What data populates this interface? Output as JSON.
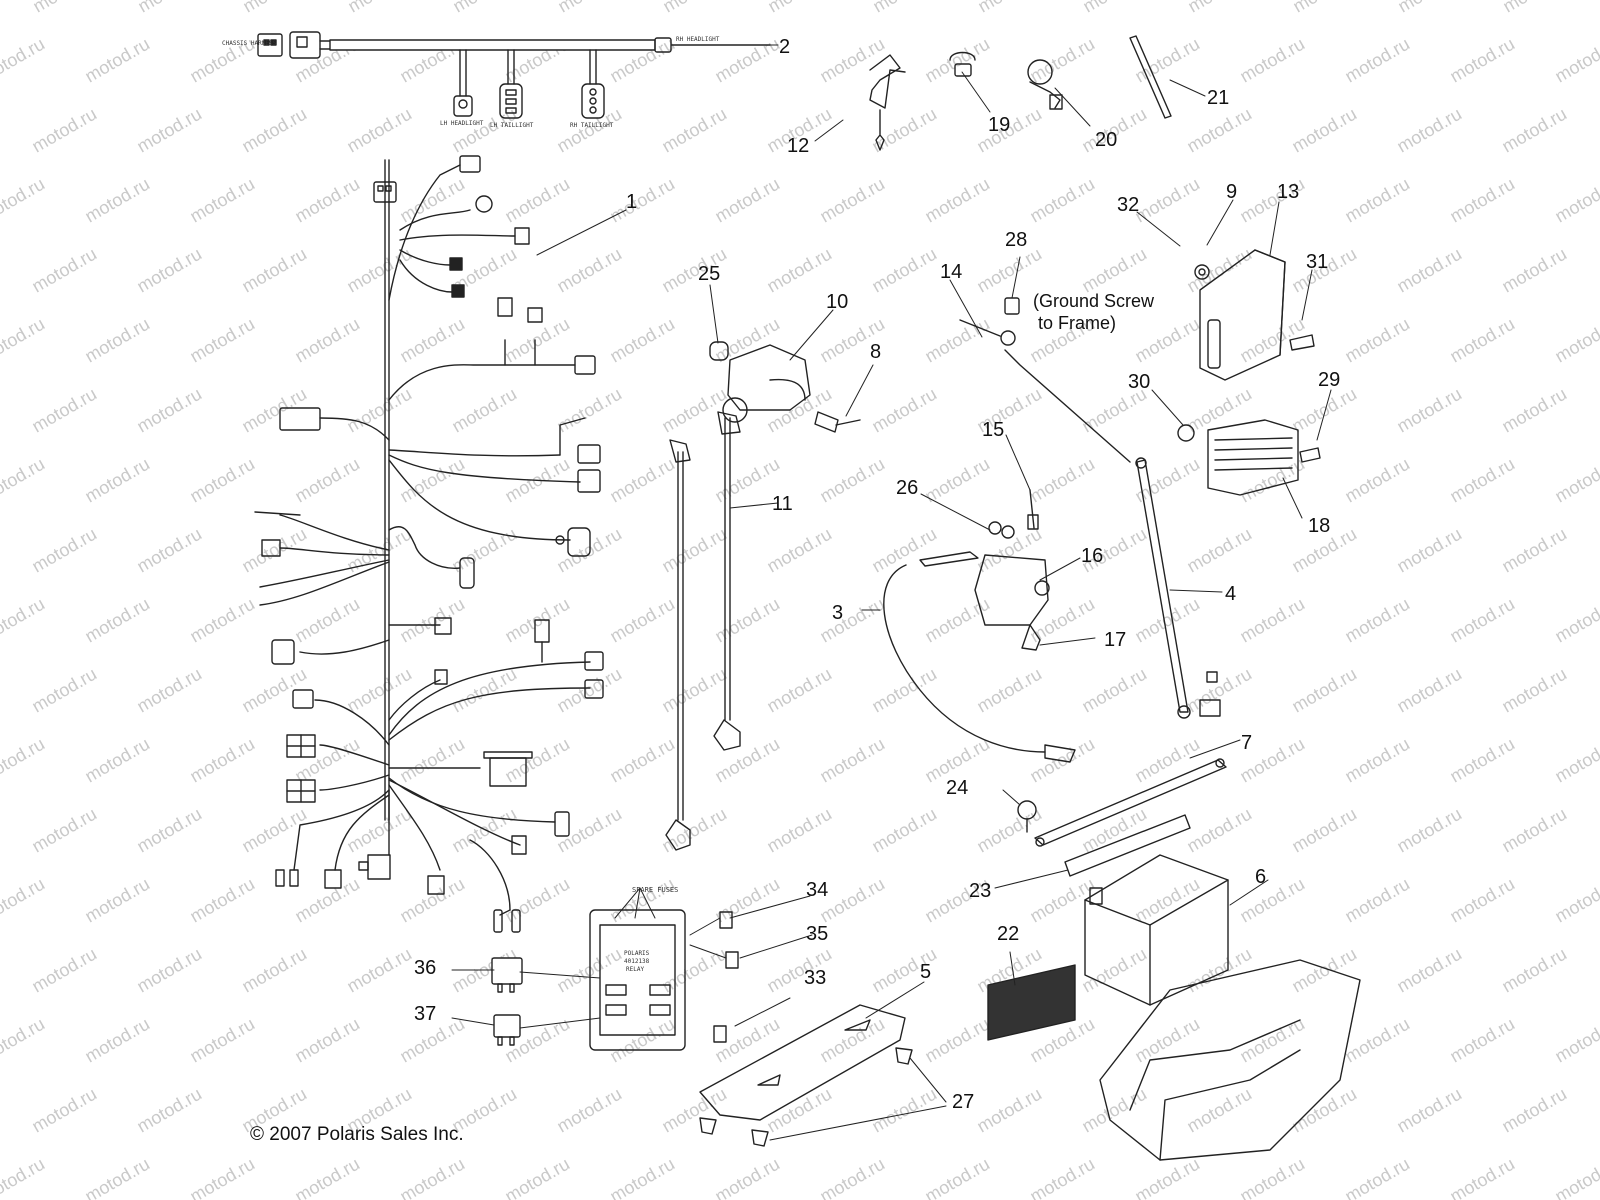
{
  "watermark": "motod.ru",
  "copyright": "© 2007 Polaris Sales Inc.",
  "ground_note": "(Ground Screw\n to Frame)",
  "fuse_box": {
    "header": "SPARE FUSES",
    "body_line1": "POLARIS",
    "body_line2": "4012138",
    "body_line3": "RELAY"
  },
  "harness_tags": {
    "chassis": "CHASSIS HARNESS",
    "rh_headlight": "RH HEADLIGHT",
    "lh_headlight": "LH HEADLIGHT",
    "lh_taillight": "LH TAILLIGHT",
    "rh_taillight": "RH TAILLIGHT"
  },
  "callouts": {
    "c1": "1",
    "c2": "2",
    "c3": "3",
    "c4": "4",
    "c5": "5",
    "c6": "6",
    "c7": "7",
    "c8": "8",
    "c9": "9",
    "c10": "10",
    "c11": "11",
    "c12": "12",
    "c13": "13",
    "c14": "14",
    "c15": "15",
    "c16": "16",
    "c17": "17",
    "c18": "18",
    "c19": "19",
    "c20": "20",
    "c21": "21",
    "c22": "22",
    "c23": "23",
    "c24": "24",
    "c25": "25",
    "c26": "26",
    "c27": "27",
    "c28": "28",
    "c29": "29",
    "c30": "30",
    "c31": "31",
    "c32": "32",
    "c33": "33",
    "c34": "34",
    "c35": "35",
    "c36": "36",
    "c37": "37"
  }
}
